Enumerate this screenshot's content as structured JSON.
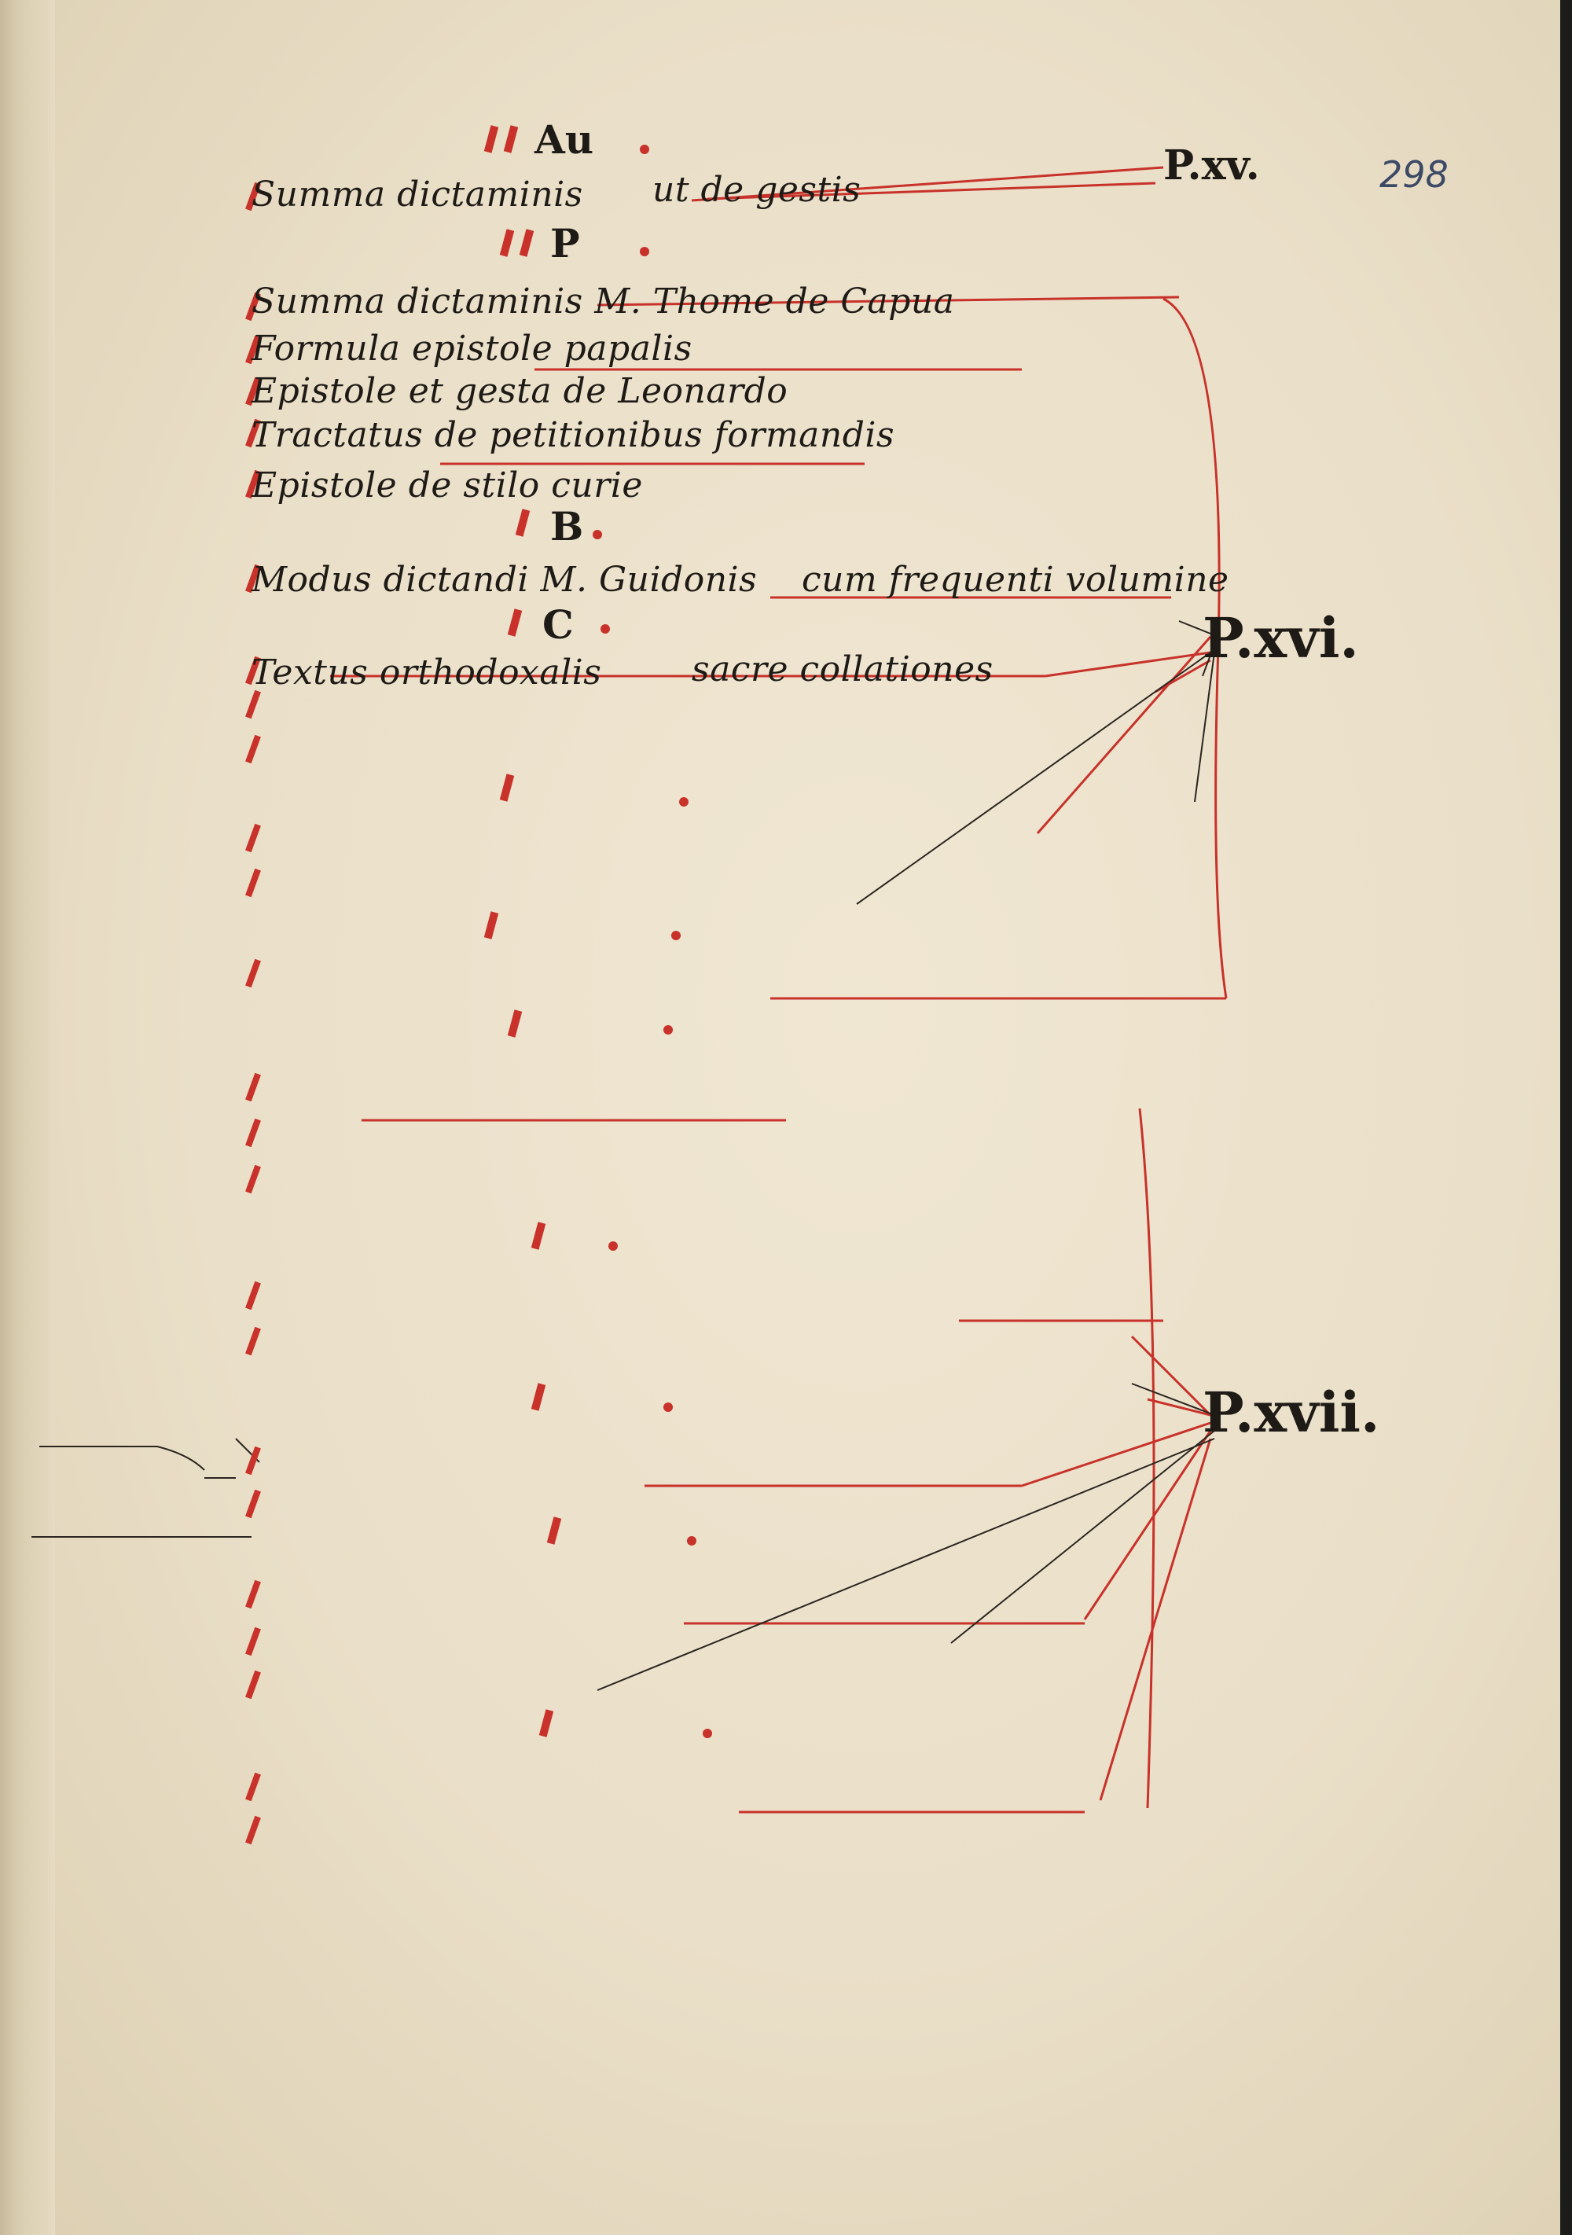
{
  "folio": "298",
  "marks": [
    "P.xv.",
    "P.xvi.",
    "P.xvii."
  ],
  "colors": {
    "rubric_red": "#c8322a",
    "ink": "#1e1a16",
    "parchment": "#ede3cd"
  },
  "sections": [
    {
      "letter": "Au",
      "lines": [
        "Summa dictaminis",
        "ut de gestis"
      ]
    },
    {
      "letter": "P",
      "lines": [
        "Summa dictaminis M. Thome de Capua",
        "Formula epistole papalis",
        "Epistole et gesta de Leonardo",
        "Tractatus de petitionibus formandis",
        "Epistole de stilo curie"
      ]
    },
    {
      "letter": "B",
      "lines": [
        "Modus dictandi M. Guidonis",
        "cum frequenti volumine"
      ]
    },
    {
      "letter": "C",
      "lines": [
        "Textus orthodoxalis",
        "sacre collationes"
      ]
    }
  ]
}
